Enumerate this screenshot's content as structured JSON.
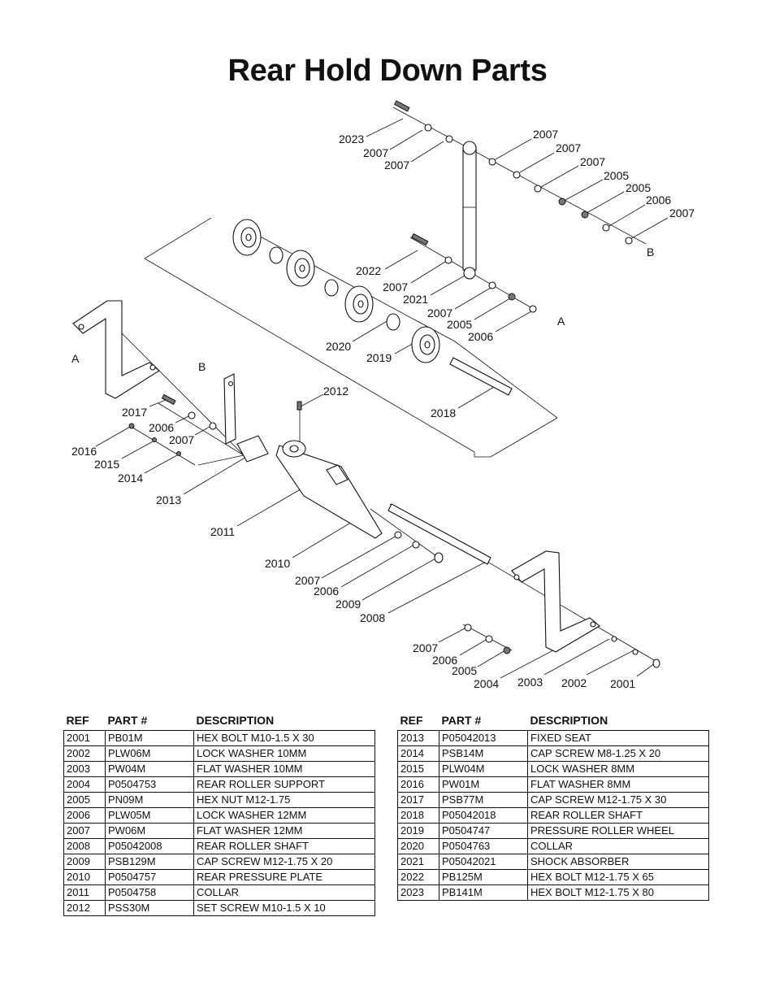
{
  "title": "Rear Hold Down Parts",
  "callouts": [
    "2023",
    "2007",
    "2007",
    "2007",
    "2007",
    "2007",
    "2005",
    "2005",
    "2006",
    "2007",
    "B",
    "2022",
    "2007",
    "2021",
    "2007",
    "2005",
    "2006",
    "A",
    "2020",
    "2019",
    "A",
    "B",
    "2012",
    "2018",
    "2017",
    "2006",
    "2007",
    "2016",
    "2015",
    "2014",
    "2013",
    "2011",
    "2010",
    "2007",
    "2006",
    "2009",
    "2008",
    "2007",
    "2006",
    "2005",
    "2004",
    "2003",
    "2002",
    "2001"
  ],
  "table": {
    "headers": {
      "ref": "REF",
      "part": "PART #",
      "desc": "DESCRIPTION"
    },
    "left_rows": [
      {
        "ref": "2001",
        "part": "PB01M",
        "desc": "HEX BOLT M10-1.5 X 30"
      },
      {
        "ref": "2002",
        "part": "PLW06M",
        "desc": "LOCK WASHER 10MM"
      },
      {
        "ref": "2003",
        "part": "PW04M",
        "desc": "FLAT WASHER 10MM"
      },
      {
        "ref": "2004",
        "part": "P0504753",
        "desc": "REAR ROLLER SUPPORT"
      },
      {
        "ref": "2005",
        "part": "PN09M",
        "desc": "HEX NUT M12-1.75"
      },
      {
        "ref": "2006",
        "part": "PLW05M",
        "desc": "LOCK WASHER 12MM"
      },
      {
        "ref": "2007",
        "part": "PW06M",
        "desc": "FLAT WASHER 12MM"
      },
      {
        "ref": "2008",
        "part": "P05042008",
        "desc": "REAR ROLLER SHAFT"
      },
      {
        "ref": "2009",
        "part": "PSB129M",
        "desc": "CAP SCREW M12-1.75 X 20"
      },
      {
        "ref": "2010",
        "part": "P0504757",
        "desc": "REAR PRESSURE PLATE"
      },
      {
        "ref": "2011",
        "part": "P0504758",
        "desc": "COLLAR"
      },
      {
        "ref": "2012",
        "part": "PSS30M",
        "desc": "SET SCREW M10-1.5 X 10"
      }
    ],
    "right_rows": [
      {
        "ref": "2013",
        "part": "P05042013",
        "desc": "FIXED SEAT"
      },
      {
        "ref": "2014",
        "part": "PSB14M",
        "desc": "CAP SCREW M8-1.25 X 20"
      },
      {
        "ref": "2015",
        "part": "PLW04M",
        "desc": "LOCK WASHER 8MM"
      },
      {
        "ref": "2016",
        "part": "PW01M",
        "desc": "FLAT WASHER 8MM"
      },
      {
        "ref": "2017",
        "part": "PSB77M",
        "desc": "CAP SCREW M12-1.75 X 30"
      },
      {
        "ref": "2018",
        "part": "P05042018",
        "desc": "REAR ROLLER SHAFT"
      },
      {
        "ref": "2019",
        "part": "P0504747",
        "desc": "PRESSURE ROLLER WHEEL"
      },
      {
        "ref": "2020",
        "part": "P0504763",
        "desc": "COLLAR"
      },
      {
        "ref": "2021",
        "part": "P05042021",
        "desc": "SHOCK ABSORBER"
      },
      {
        "ref": "2022",
        "part": "PB125M",
        "desc": "HEX BOLT M12-1.75 X 65"
      },
      {
        "ref": "2023",
        "part": "PB141M",
        "desc": "HEX BOLT M12-1.75 X 80"
      }
    ]
  }
}
